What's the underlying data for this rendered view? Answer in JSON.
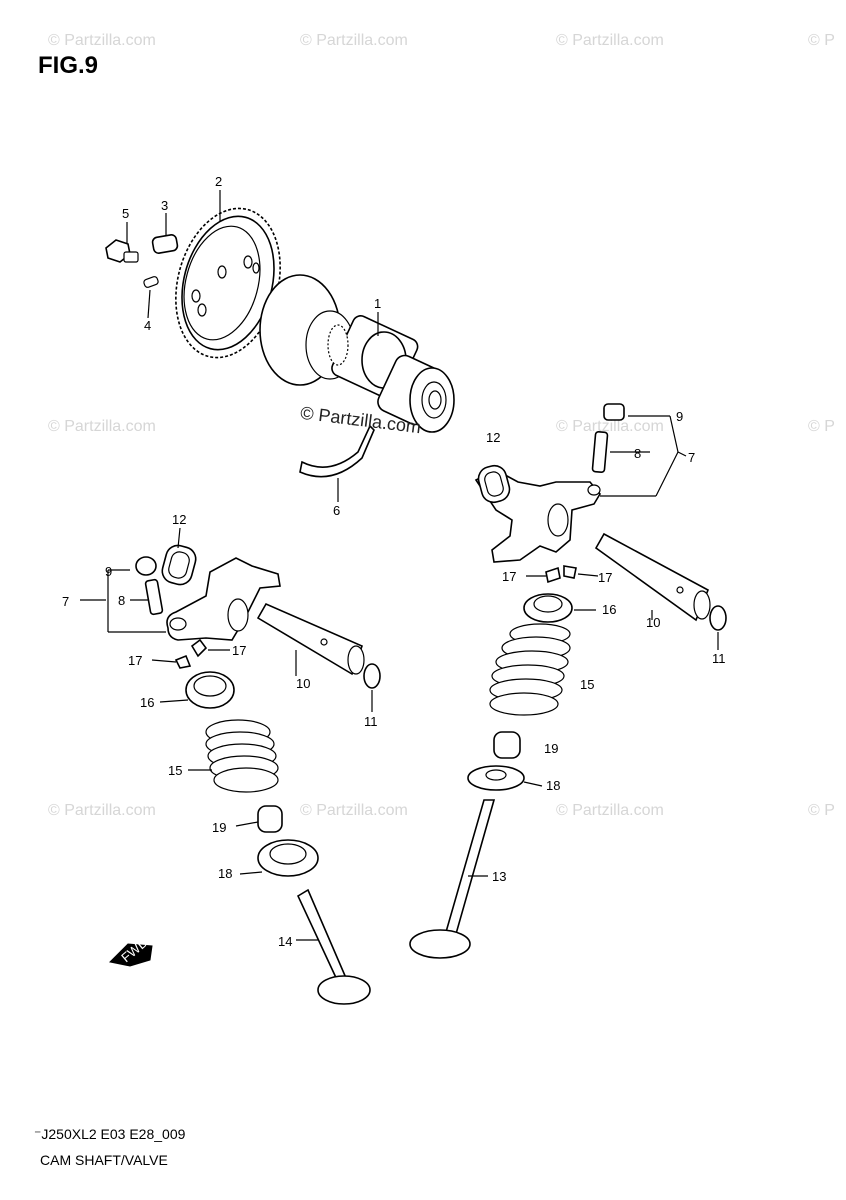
{
  "figure_label": "FIG.9",
  "watermark": "© Partzilla.com",
  "watermark_short": "© P",
  "model_code": "⁻J250XL2 E03 E28_009",
  "caption": "CAM SHAFT/VALVE",
  "front_arrow_label": "FWD",
  "part_numbers": {
    "p1": "1",
    "p2": "2",
    "p3": "3",
    "p4": "4",
    "p5": "5",
    "p6": "6",
    "p7a": "7",
    "p7b": "7",
    "p8a": "8",
    "p8b": "8",
    "p9a": "9",
    "p9b": "9",
    "p10a": "10",
    "p10b": "10",
    "p11a": "11",
    "p11b": "11",
    "p12a": "12",
    "p12b": "12",
    "p13": "13",
    "p14": "14",
    "p15a": "15",
    "p15b": "15",
    "p16a": "16",
    "p16b": "16",
    "p17a": "17",
    "p17b": "17",
    "p17c": "17",
    "p17d": "17",
    "p18a": "18",
    "p18b": "18",
    "p19a": "19",
    "p19b": "19"
  }
}
